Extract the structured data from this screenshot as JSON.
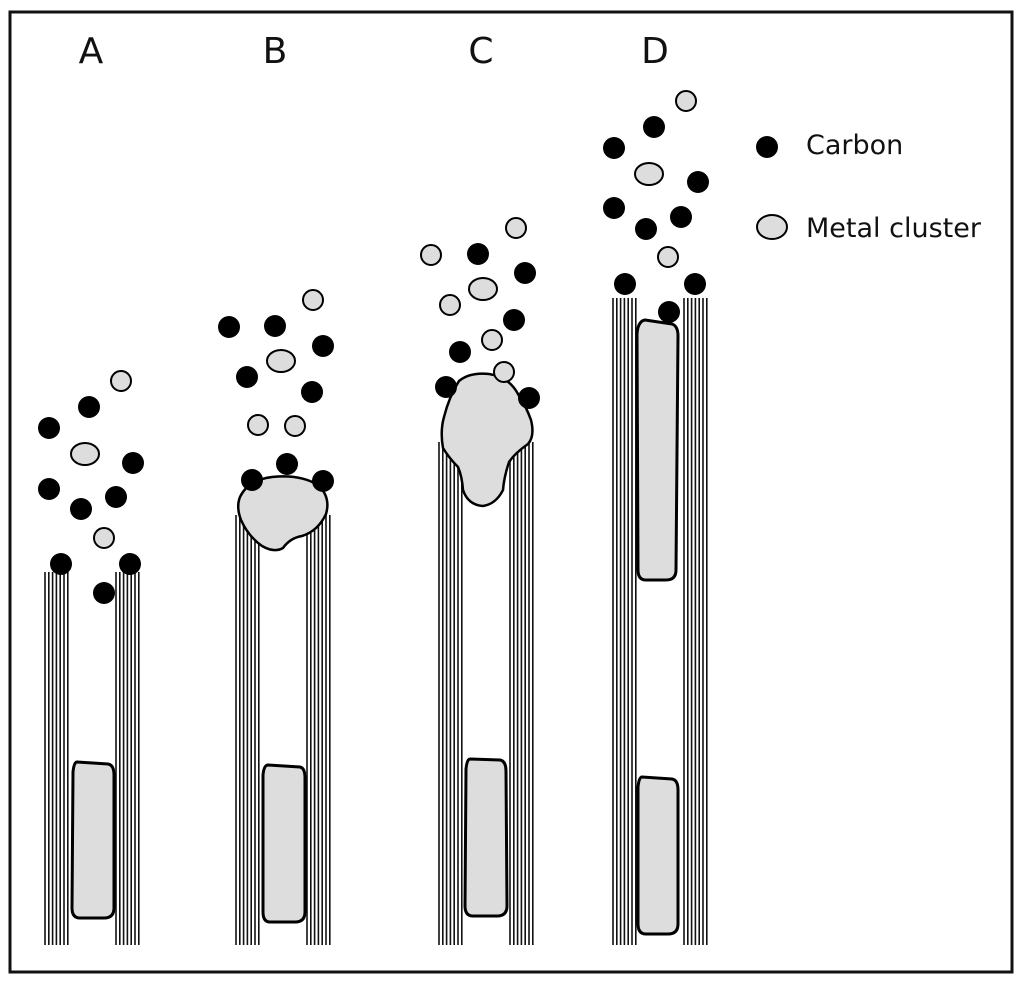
{
  "panels": [
    {
      "label": "A"
    },
    {
      "label": "B"
    },
    {
      "label": "C"
    },
    {
      "label": "D"
    }
  ],
  "legend": {
    "carbon_label": "Carbon",
    "metal_label": "Metal cluster"
  },
  "colors": {
    "carbon": "#000000",
    "metal_fill": "#dddddd",
    "outline": "#000000",
    "background": "#ffffff"
  }
}
